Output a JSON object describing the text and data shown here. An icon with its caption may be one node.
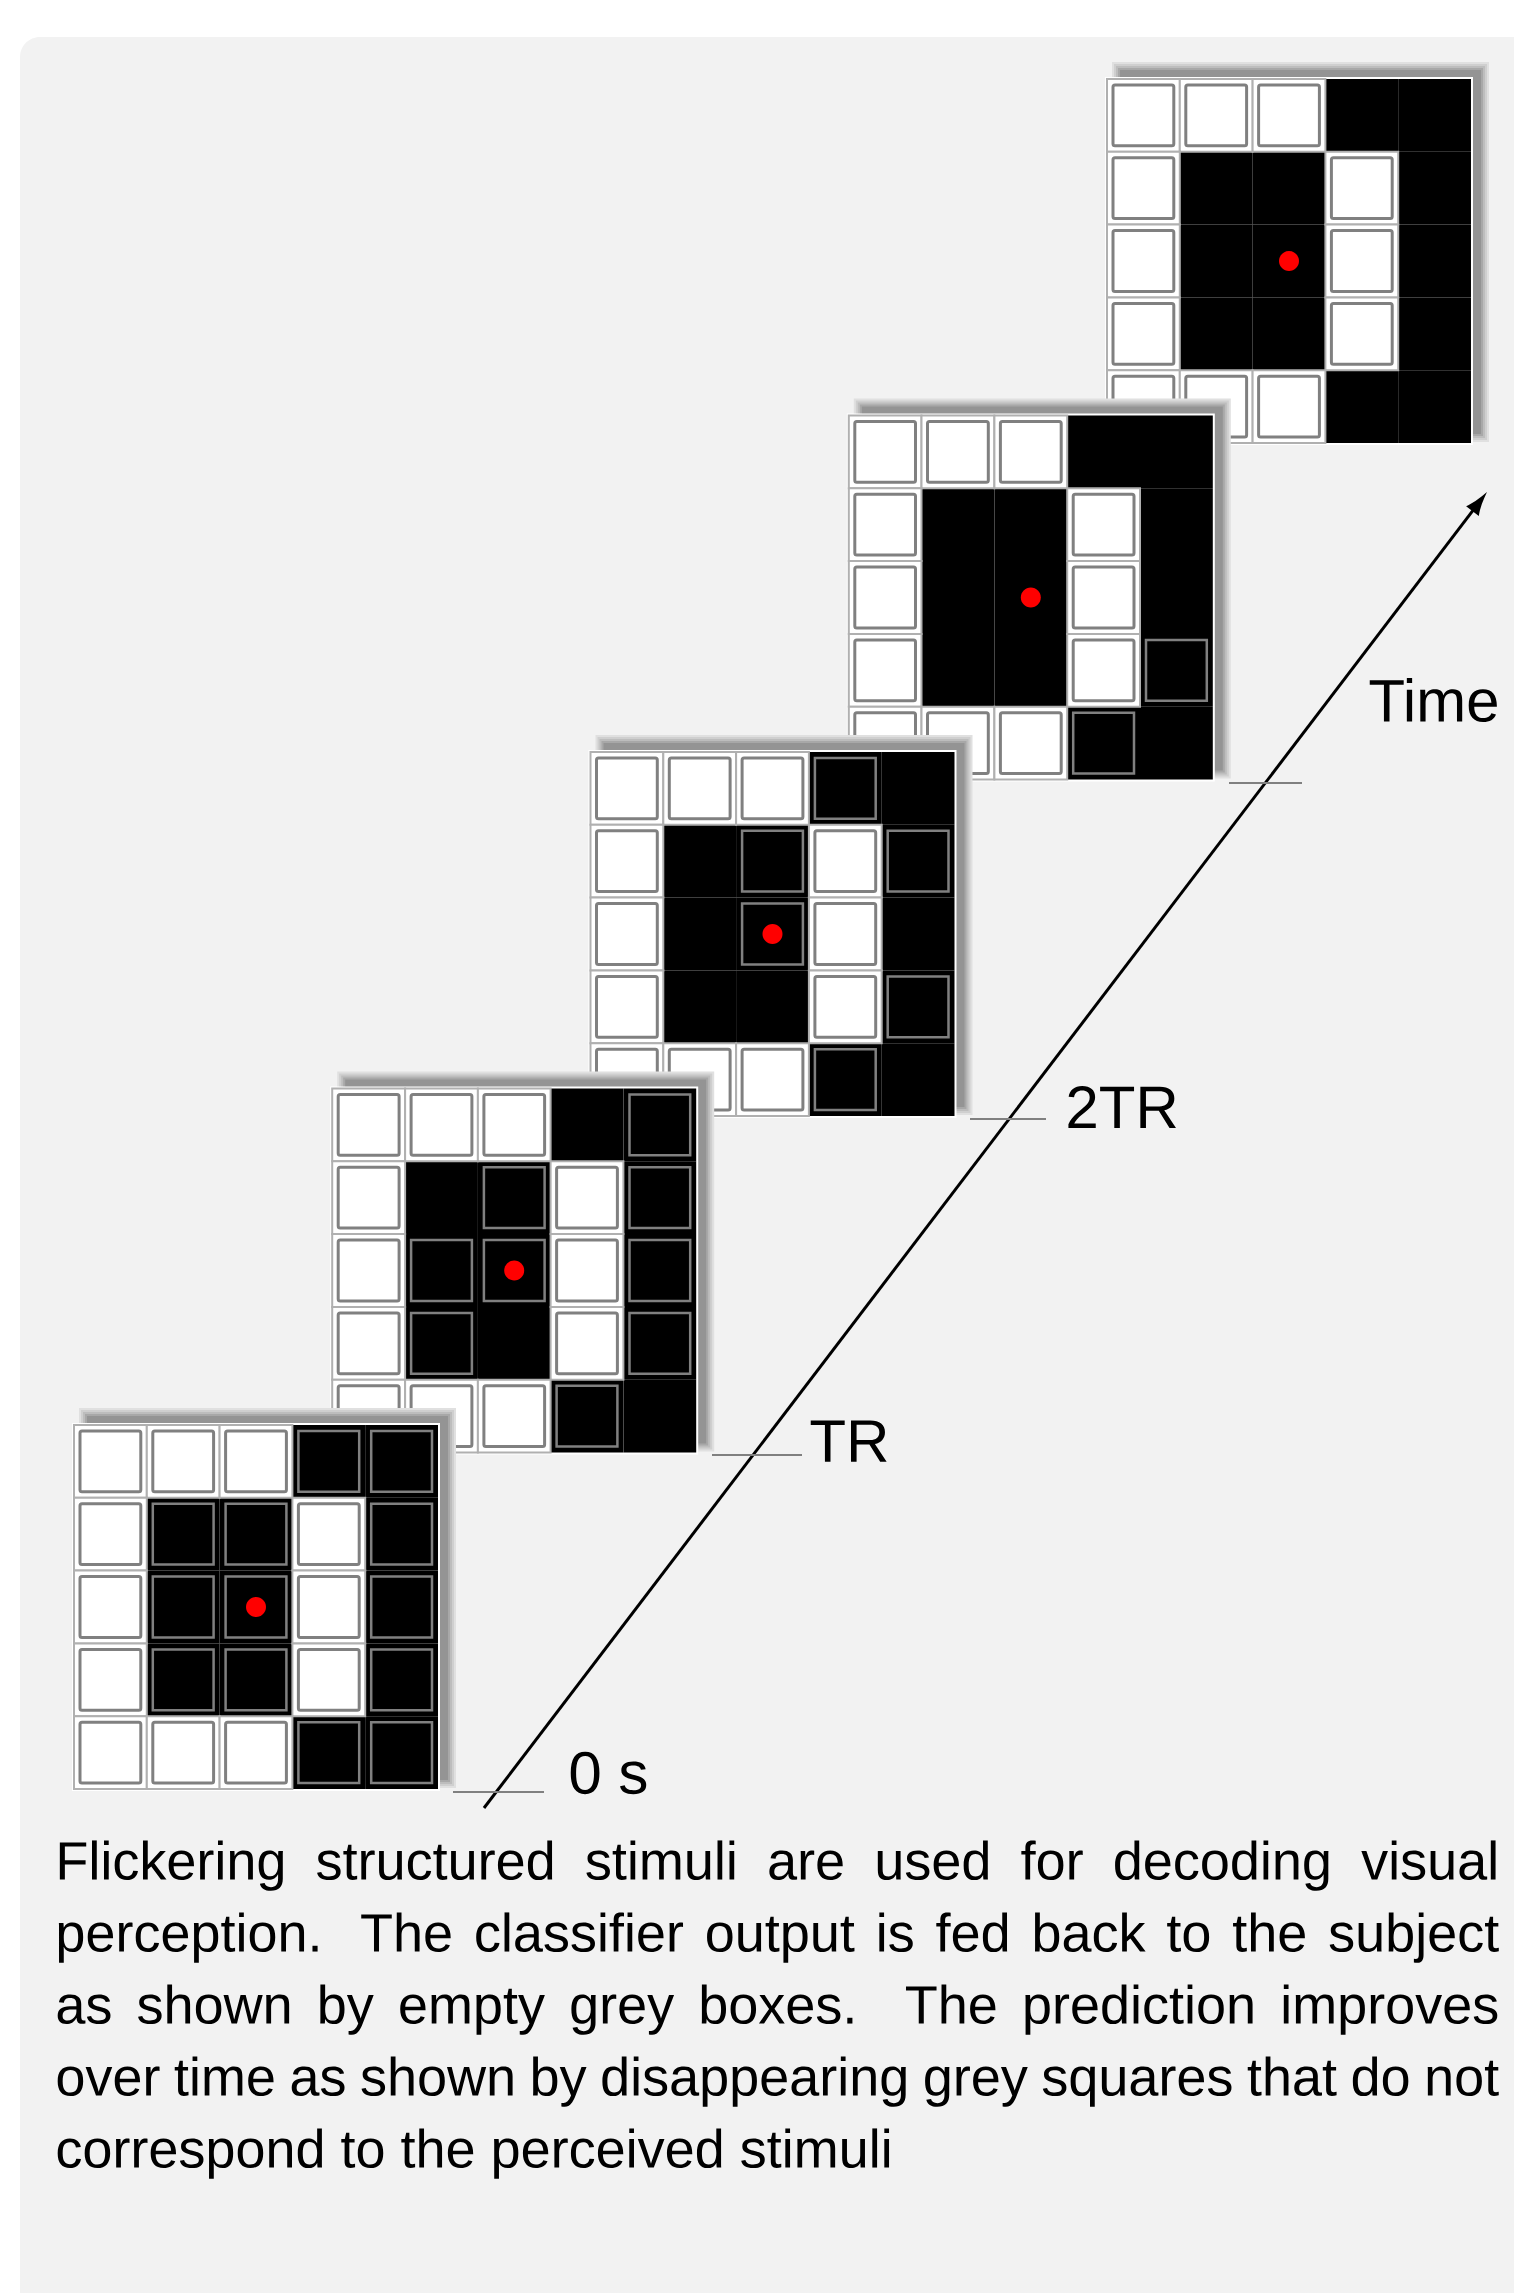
{
  "diagram": {
    "caption": "Flickering structured stimuli are used for decoding visual perception. The classifier output is fed back to the subject as shown by empty grey boxes. The prediction improves over time as shown by disappearing grey squares that do not correspond to the perceived stimuli",
    "labels": [
      "Time",
      "2TR",
      "TR",
      "0 s"
    ]
  }
}
